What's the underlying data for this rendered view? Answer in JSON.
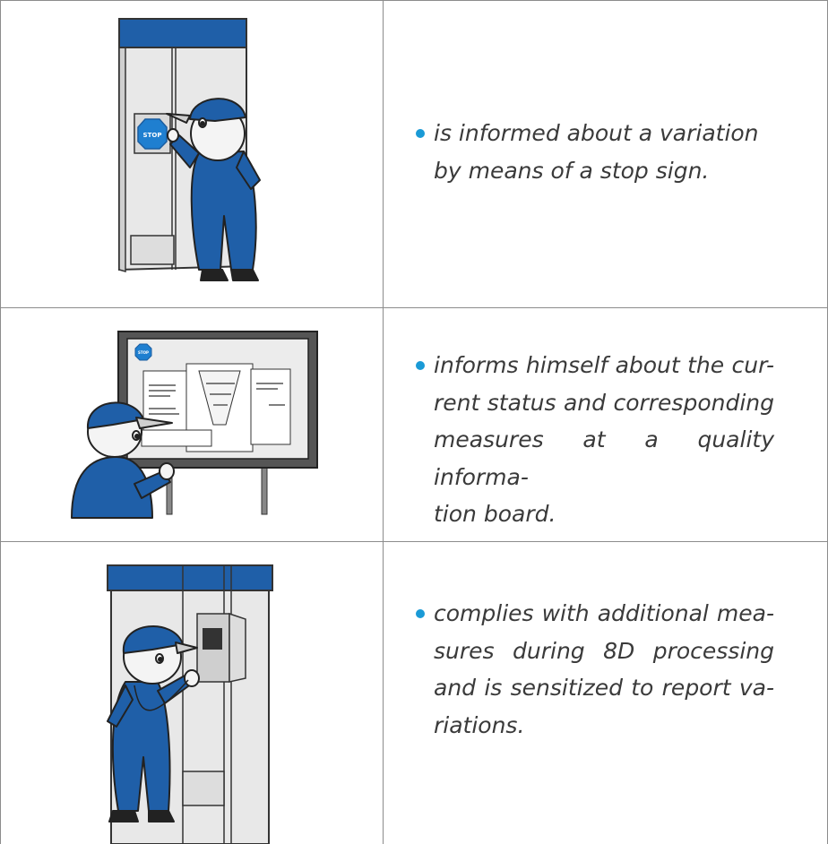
{
  "rows": [
    {
      "lines": [
        "is informed about a variation",
        "by means of a stop sign."
      ],
      "stop_sign_label": "STOP"
    },
    {
      "lines": [
        "informs himself about the cur-",
        "rent status and corresponding",
        "measures at a quality informa-",
        "tion board."
      ],
      "stop_sign_label": "STOP"
    },
    {
      "lines": [
        "complies with additional mea-",
        "sures during 8D processing",
        "and is sensitized to report va-",
        "riations."
      ]
    }
  ],
  "colors": {
    "accent": "#1a9ad6",
    "uniform": "#1f5fa8",
    "text": "#3a3a3a",
    "border": "#8c8c8c"
  }
}
